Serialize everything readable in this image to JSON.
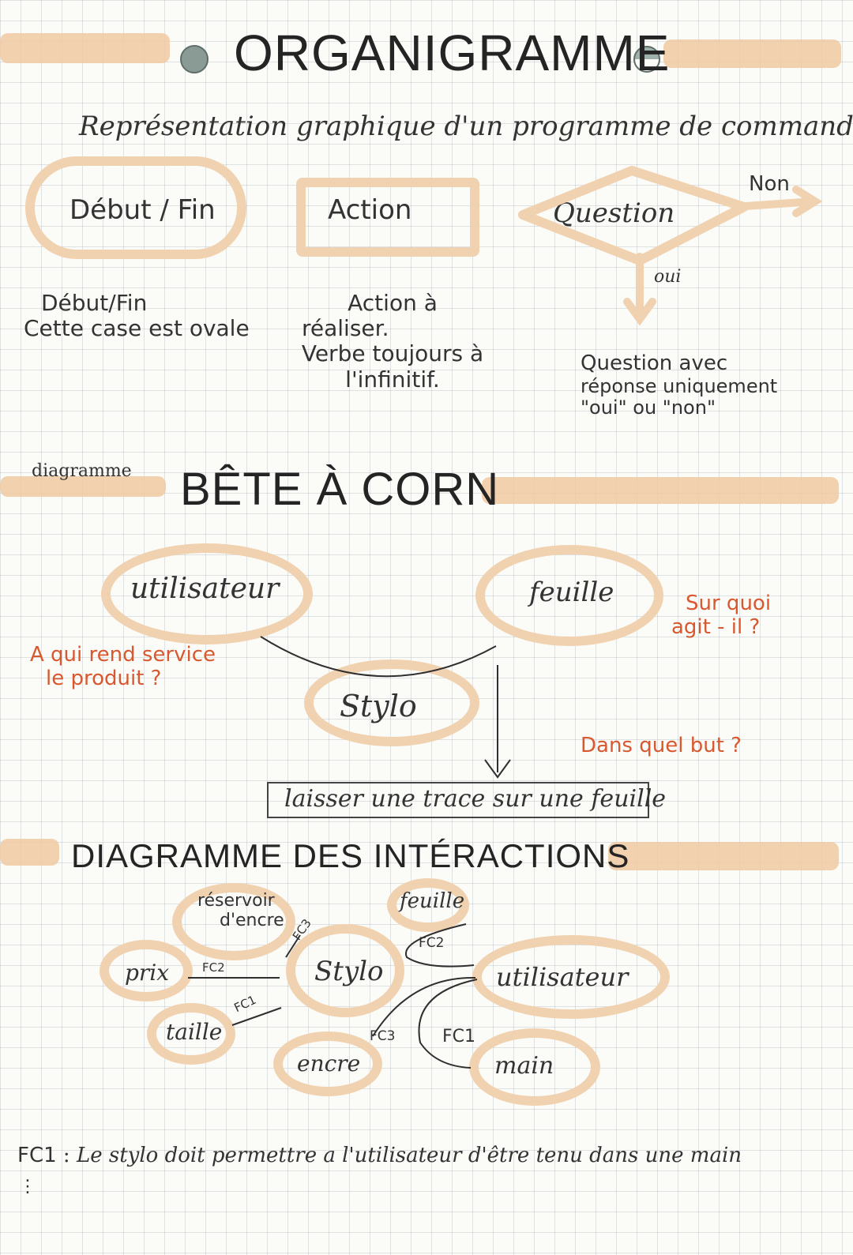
{
  "organigramme": {
    "title": "ORGANIGRAMME",
    "subtitle": "Représentation graphique d'un programme de commande",
    "shapes": {
      "debut_fin_label": "Début / Fin",
      "action_label": "Action",
      "question_label": "Question",
      "non_label": "Non",
      "oui_label": "oui"
    },
    "descriptions": {
      "debut_fin_line1": "Début/Fin",
      "debut_fin_line2": "Cette case est ovale",
      "action_line1": "Action à",
      "action_line2": "réaliser.",
      "action_line3": "Verbe toujours à",
      "action_line4": "l'infinitif.",
      "question_line1": "Question avec",
      "question_line2": "réponse uniquement",
      "question_line3": "\"oui\" ou \"non\""
    }
  },
  "bete_a_corne": {
    "prefix": "diagramme",
    "title": "BÊTE À CORN",
    "bubbles": {
      "utilisateur": "utilisateur",
      "feuille": "feuille",
      "stylo": "Stylo"
    },
    "questions": {
      "who_line1": "A qui rend service",
      "who_line2": "le produit ?",
      "what_line1": "Sur quoi",
      "what_line2": "agit - il ?",
      "why": "Dans quel but ?"
    },
    "goal": "laisser une trace sur une feuille"
  },
  "interactions": {
    "title": "DIAGRAMME DES INTÉRACTIONS",
    "bubbles": {
      "reservoir_line1": "réservoir",
      "reservoir_line2": "d'encre",
      "feuille": "feuille",
      "prix": "prix",
      "stylo": "Stylo",
      "utilisateur": "utilisateur",
      "taille": "taille",
      "encre": "encre",
      "main": "main"
    },
    "links": {
      "fc3_top": "FC3",
      "fc2_top": "FC2",
      "fc2_left": "FC2",
      "fc1_left": "FC1",
      "fc3_bottom": "FC3",
      "fc1_bottom": "FC1"
    },
    "definitions": {
      "fc1_code": "FC1",
      "fc1_text": "Le stylo doit permettre a l'utilisateur d'être tenu dans une main"
    }
  }
}
